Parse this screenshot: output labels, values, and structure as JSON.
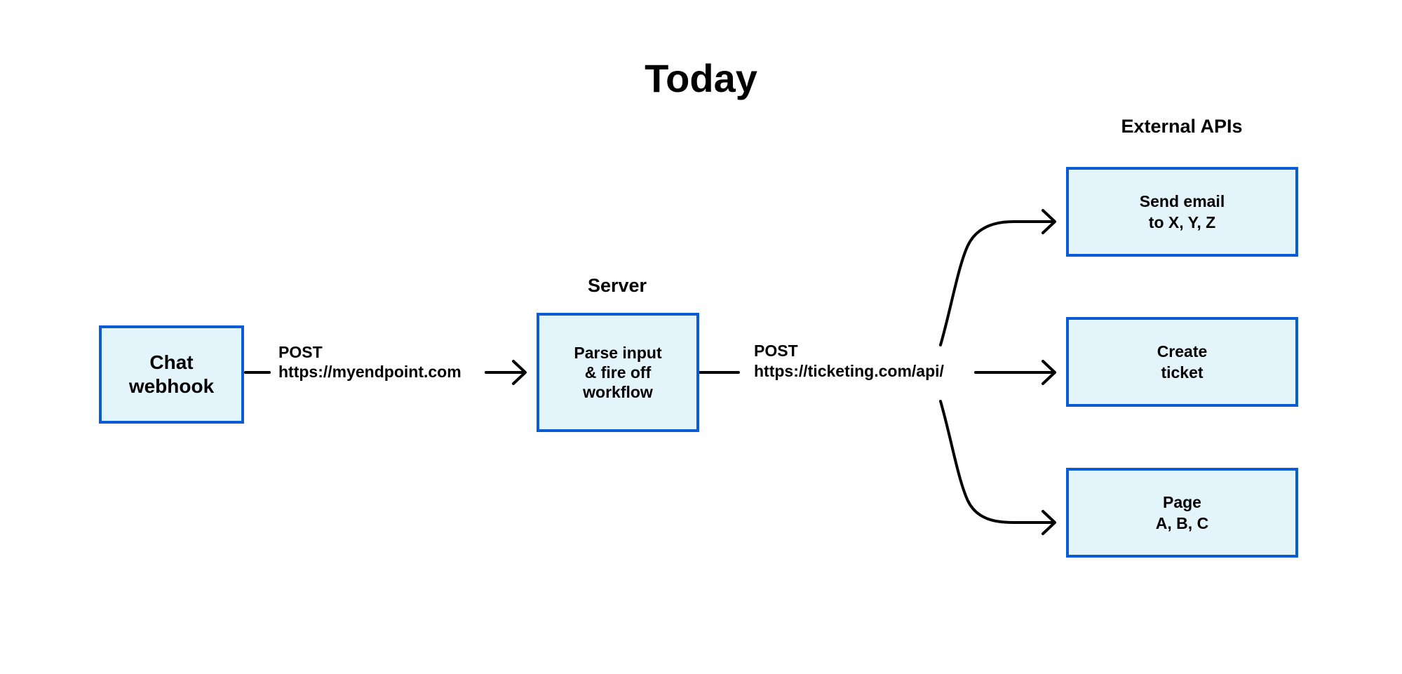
{
  "title": "Today",
  "captions": {
    "server": "Server",
    "external_apis": "External APIs"
  },
  "nodes": {
    "chat_webhook": "Chat\nwebhook",
    "server_box": "Parse input\n& fire off\nworkflow",
    "send_email": "Send email\nto X, Y, Z",
    "create_ticket": "Create\nticket",
    "page": "Page\nA, B, C"
  },
  "edges": {
    "webhook_to_server": {
      "method": "POST",
      "url": "https://myendpoint.com"
    },
    "server_to_apis": {
      "method": "POST",
      "url": "https://ticketing.com/api/"
    }
  },
  "colors": {
    "box_fill": "#e3f4fa",
    "box_border": "#0b5bd6",
    "line": "#000000"
  }
}
